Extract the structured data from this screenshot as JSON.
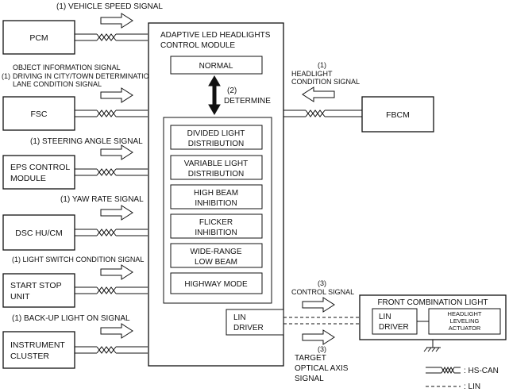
{
  "signals": {
    "vehicle_speed": "(1) VEHICLE SPEED SIGNAL",
    "object_num": "(1)",
    "object_l1": "OBJECT INFORMATION SIGNAL",
    "object_l2": "DRIVING IN CITY/TOWN DETERMINATION SIGNAL",
    "object_l3": "LANE CONDITION SIGNAL",
    "steering": "(1) STEERING ANGLE SIGNAL",
    "yaw": "(1) YAW RATE SIGNAL",
    "light_switch": "(1) LIGHT SWITCH CONDITION SIGNAL",
    "backup": "(1) BACK-UP LIGHT ON SIGNAL",
    "headlight_num": "(1)",
    "headlight_l1": "HEADLIGHT",
    "headlight_l2": "CONDITION SIGNAL",
    "control_num": "(3)",
    "control": "CONTROL SIGNAL",
    "target_num": "(3)",
    "target_l1": "TARGET",
    "target_l2": "OPTICAL AXIS",
    "target_l3": "SIGNAL"
  },
  "inputs": {
    "pcm": "PCM",
    "fsc": "FSC",
    "eps_l1": "EPS CONTROL",
    "eps_l2": "MODULE",
    "dsc": "DSC HU/CM",
    "ss_l1": "START STOP",
    "ss_l2": "UNIT",
    "ic_l1": "INSTRUMENT",
    "ic_l2": "CLUSTER"
  },
  "module": {
    "title_l1": "ADAPTIVE LED HEADLIGHTS",
    "title_l2": "CONTROL MODULE",
    "normal": "NORMAL",
    "determine_num": "(2)",
    "determine": "DETERMINE",
    "modes": {
      "m1_l1": "DIVIDED  LIGHT",
      "m1_l2": "DISTRIBUTION",
      "m2_l1": "VARIABLE LIGHT",
      "m2_l2": "DISTRIBUTION",
      "m3_l1": "HIGH BEAM",
      "m3_l2": "INHIBITION",
      "m4_l1": "FLICKER",
      "m4_l2": "INHIBITION",
      "m5_l1": "WIDE-RANGE",
      "m5_l2": "LOW BEAM",
      "m6": "HIGHWAY MODE"
    },
    "lin_l1": "LIN",
    "lin_l2": "DRIVER"
  },
  "fbcm": "FBCM",
  "fcl": {
    "title": "FRONT COMBINATION LIGHT",
    "lin_l1": "LIN",
    "lin_l2": "DRIVER",
    "act_l1": "HEADLIGHT",
    "act_l2": "LEVELING",
    "act_l3": "ACTUATOR"
  },
  "legend": {
    "hscan": ": HS-CAN",
    "lin": ": LIN"
  }
}
